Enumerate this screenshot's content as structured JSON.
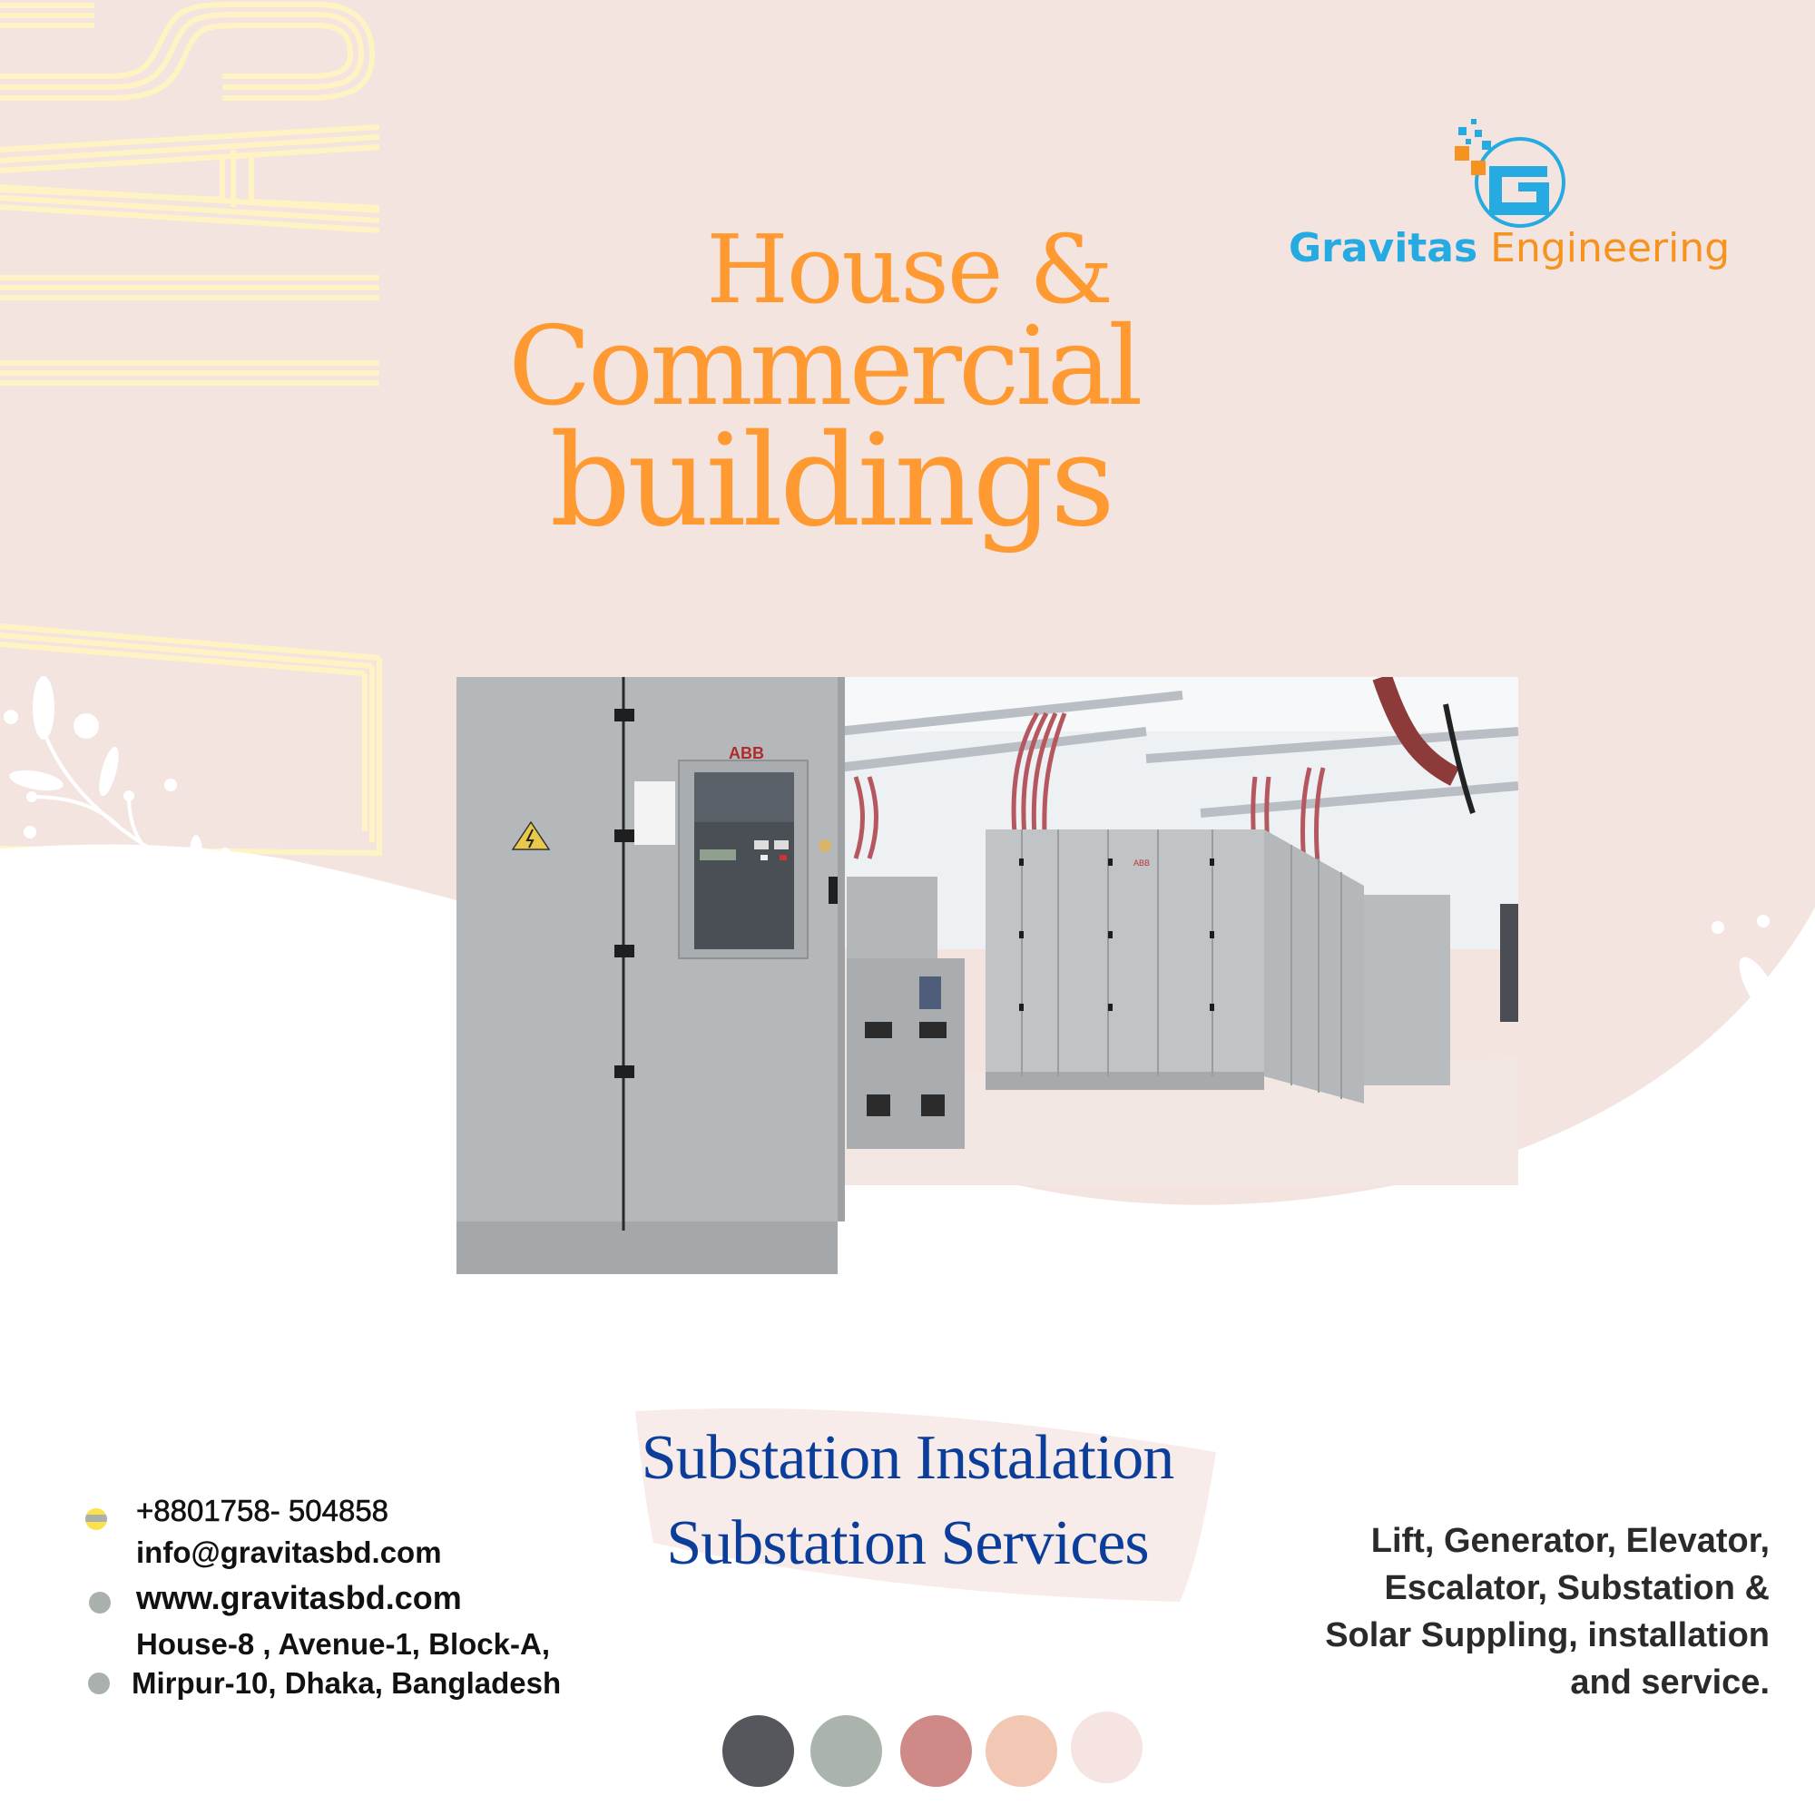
{
  "brand": {
    "name_bold": "Gravitas",
    "name_light": " Engineering",
    "colors": {
      "blue": "#25aae1",
      "orange": "#f6921e"
    }
  },
  "headline": {
    "line1": "House &",
    "line2": "Commercial",
    "line3": "buildings",
    "color": "#ff9a33"
  },
  "photo": {
    "alt": "ABB electrical substation switchgear cabinets",
    "cabinet_label": "ABB"
  },
  "services": {
    "line1": "Substation Instalation",
    "line2": "Substation Services",
    "color": "#0b3e9a"
  },
  "contact": {
    "phone": "+8801758- 504858",
    "email": "info@gravitasbd.com",
    "website": "www.gravitasbd.com",
    "address_line1": "House-8 , Avenue-1, Block-A,",
    "address_line2": "Mirpur-10, Dhaka, Bangladesh"
  },
  "description": {
    "line1": "Lift, Generator, Elevator,",
    "line2": "Escalator, Substation &",
    "line3": "Solar Suppling, installation",
    "line4": "and service."
  },
  "palette": [
    "#56575c",
    "#abb4ac",
    "#cf8987",
    "#f2c7b4",
    "#f5e4e1"
  ],
  "background": {
    "blush": "#f3e4e0",
    "stripe": "#fff3c4"
  }
}
